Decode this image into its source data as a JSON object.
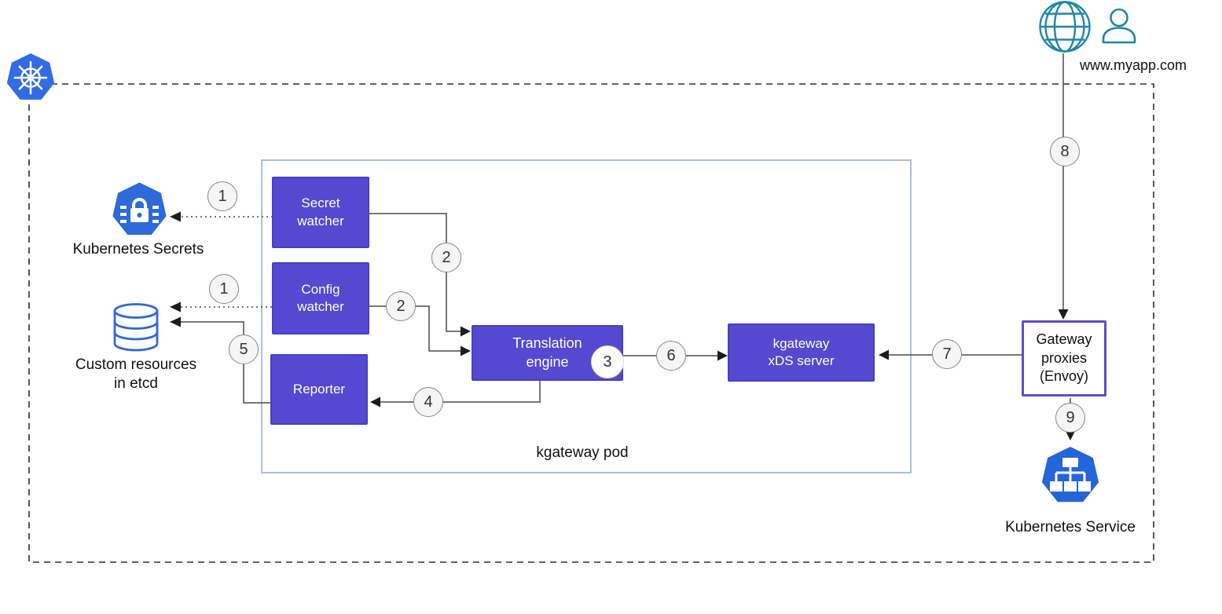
{
  "external": {
    "domain_label": "www.myapp.com"
  },
  "nodes": {
    "kubernetes_secrets": {
      "label": "Kubernetes Secrets"
    },
    "custom_resources": {
      "label": "Custom resources\nin etcd"
    },
    "secret_watcher": {
      "label": "Secret\nwatcher"
    },
    "config_watcher": {
      "label": "Config\nwatcher"
    },
    "reporter": {
      "label": "Reporter"
    },
    "translation_engine": {
      "label": "Translation\nengine"
    },
    "xds_server": {
      "label": "kgateway\nxDS server"
    },
    "pod": {
      "label": "kgateway pod"
    },
    "gateway_proxies": {
      "label": "Gateway\nproxies\n(Envoy)"
    },
    "kubernetes_service": {
      "label": "Kubernetes Service"
    }
  },
  "steps": {
    "s1_secrets": "1",
    "s1_etcd": "1",
    "s2_secret": "2",
    "s2_config": "2",
    "s3": "3",
    "s4": "4",
    "s5": "5",
    "s6": "6",
    "s7": "7",
    "s8": "8",
    "s9": "9"
  },
  "icons": {
    "kubernetes_logo": "kubernetes-helm-wheel",
    "internet_globe": "globe-wireframe",
    "user": "person-outline",
    "kubernetes_secrets": "k8s-secrets-lock-heptagon",
    "etcd": "database-cylinder",
    "kubernetes_service": "k8s-service-network-heptagon"
  },
  "colors": {
    "kubernetes_blue": "#326ce5",
    "resource_icon_blue": "#2d6ada",
    "component_purple": "#5549d1",
    "component_purple_border": "#483dc2",
    "gateway_border_purple": "#5a50c8",
    "pod_border_blue": "#a9c2d6",
    "teal_icon": "#1f86a8",
    "step_circle_fill": "#f5f5f6",
    "line_gray": "#4a4a4a",
    "cluster_dash": "#2f2f2f"
  }
}
